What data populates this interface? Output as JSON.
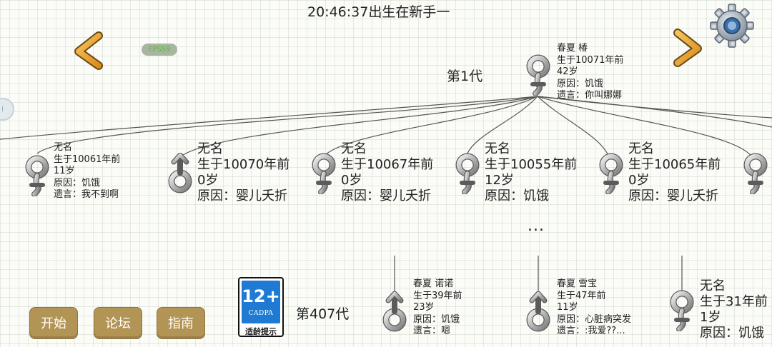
{
  "header": {
    "status_text": "20:46:37出生在新手一"
  },
  "hud": {
    "fps": "FPS59",
    "side_bubble": "i"
  },
  "icons": {
    "nav_prev": "chevron-left-icon",
    "nav_next": "chevron-right-icon",
    "settings": "gear-icon",
    "female": "female-symbol-icon",
    "male": "male-symbol-icon"
  },
  "generations": {
    "top_label": "第1代",
    "bottom_label": "第407代"
  },
  "ancestor": {
    "gender": "female",
    "lines": [
      "春夏 椿",
      "生于10071年前",
      "42岁",
      "原因：饥饿",
      "遗言：你叫娜娜"
    ]
  },
  "children": [
    {
      "gender": "female",
      "lines": [
        "无名",
        "生于10061年前",
        "11岁",
        "原因：饥饿",
        "遗言：我不到啊"
      ]
    },
    {
      "gender": "male",
      "lines": [
        "无名",
        "生于10070年前",
        "0岁",
        "原因：婴儿夭折"
      ]
    },
    {
      "gender": "female",
      "lines": [
        "无名",
        "生于10067年前",
        "0岁",
        "原因：婴儿夭折"
      ]
    },
    {
      "gender": "female",
      "lines": [
        "无名",
        "生于10055年前",
        "12岁",
        "原因：饥饿"
      ]
    },
    {
      "gender": "female",
      "lines": [
        "无名",
        "生于10065年前",
        "0岁",
        "原因：婴儿夭折"
      ]
    },
    {
      "gender": "female",
      "lines": []
    }
  ],
  "ellipsis": "...",
  "recent": [
    {
      "gender": "male",
      "lines": [
        "春夏 诺诺",
        "生于39年前",
        "23岁",
        "原因：饥饿",
        "遗言：嗯"
      ]
    },
    {
      "gender": "male",
      "lines": [
        "春夏 雪宝",
        "生于47年前",
        "11岁",
        "原因：心脏病突发",
        "遗言：:我爱??..."
      ]
    },
    {
      "gender": "female",
      "lines": [
        "无名",
        "生于31年前",
        "1岁",
        "原因：饥饿"
      ]
    }
  ],
  "age_rating": {
    "number": "12+",
    "org": "CADPA",
    "tip": "适龄提示"
  },
  "menu": {
    "start": "开始",
    "forum": "论坛",
    "guide": "指南"
  },
  "colors": {
    "button_bg": "#b29455",
    "rating_blue": "#1e7ad3",
    "arrow_orange": "#e8a02a",
    "fps_green": "#5fb040"
  }
}
